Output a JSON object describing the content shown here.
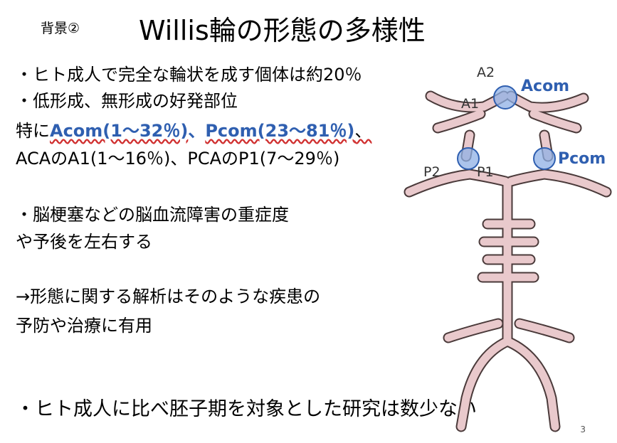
{
  "header": {
    "label": "背景②",
    "title": "Willis輪の形態の多様性"
  },
  "body": {
    "line1": "・ヒト成人で完全な輪状を成す個体は約20％",
    "line2": "・低形成、無形成の好発部位",
    "line3_prefix": "特に",
    "line3_acom": "Acom(1〜32％)",
    "line3_sep": "、",
    "line3_pcom": "Pcom(23〜81％)",
    "line3_end": "、",
    "line4": "ACAのA1(1〜16％)、PCAのP1(7〜29％)",
    "line5": "・脳梗塞などの脳血流障害の重症度",
    "line6": "や予後を左右する",
    "line7": "→形態に関する解析はそのような疾患の",
    "line8": "予防や治療に有用",
    "line9": "・ヒト成人に比べ胚子期を対象とした研究は数少ない"
  },
  "diagram": {
    "labels": {
      "a2": "A2",
      "a1": "A1",
      "acom": "Acom",
      "pcom": "Pcom",
      "p2": "P2",
      "p1": "P1"
    },
    "colors": {
      "vessel": "#e9c9cc",
      "outline": "#4a3a3a",
      "marker": "#8fb0e6",
      "marker_stroke": "#2f5fb0"
    }
  },
  "footer": {
    "page_number": "3"
  }
}
